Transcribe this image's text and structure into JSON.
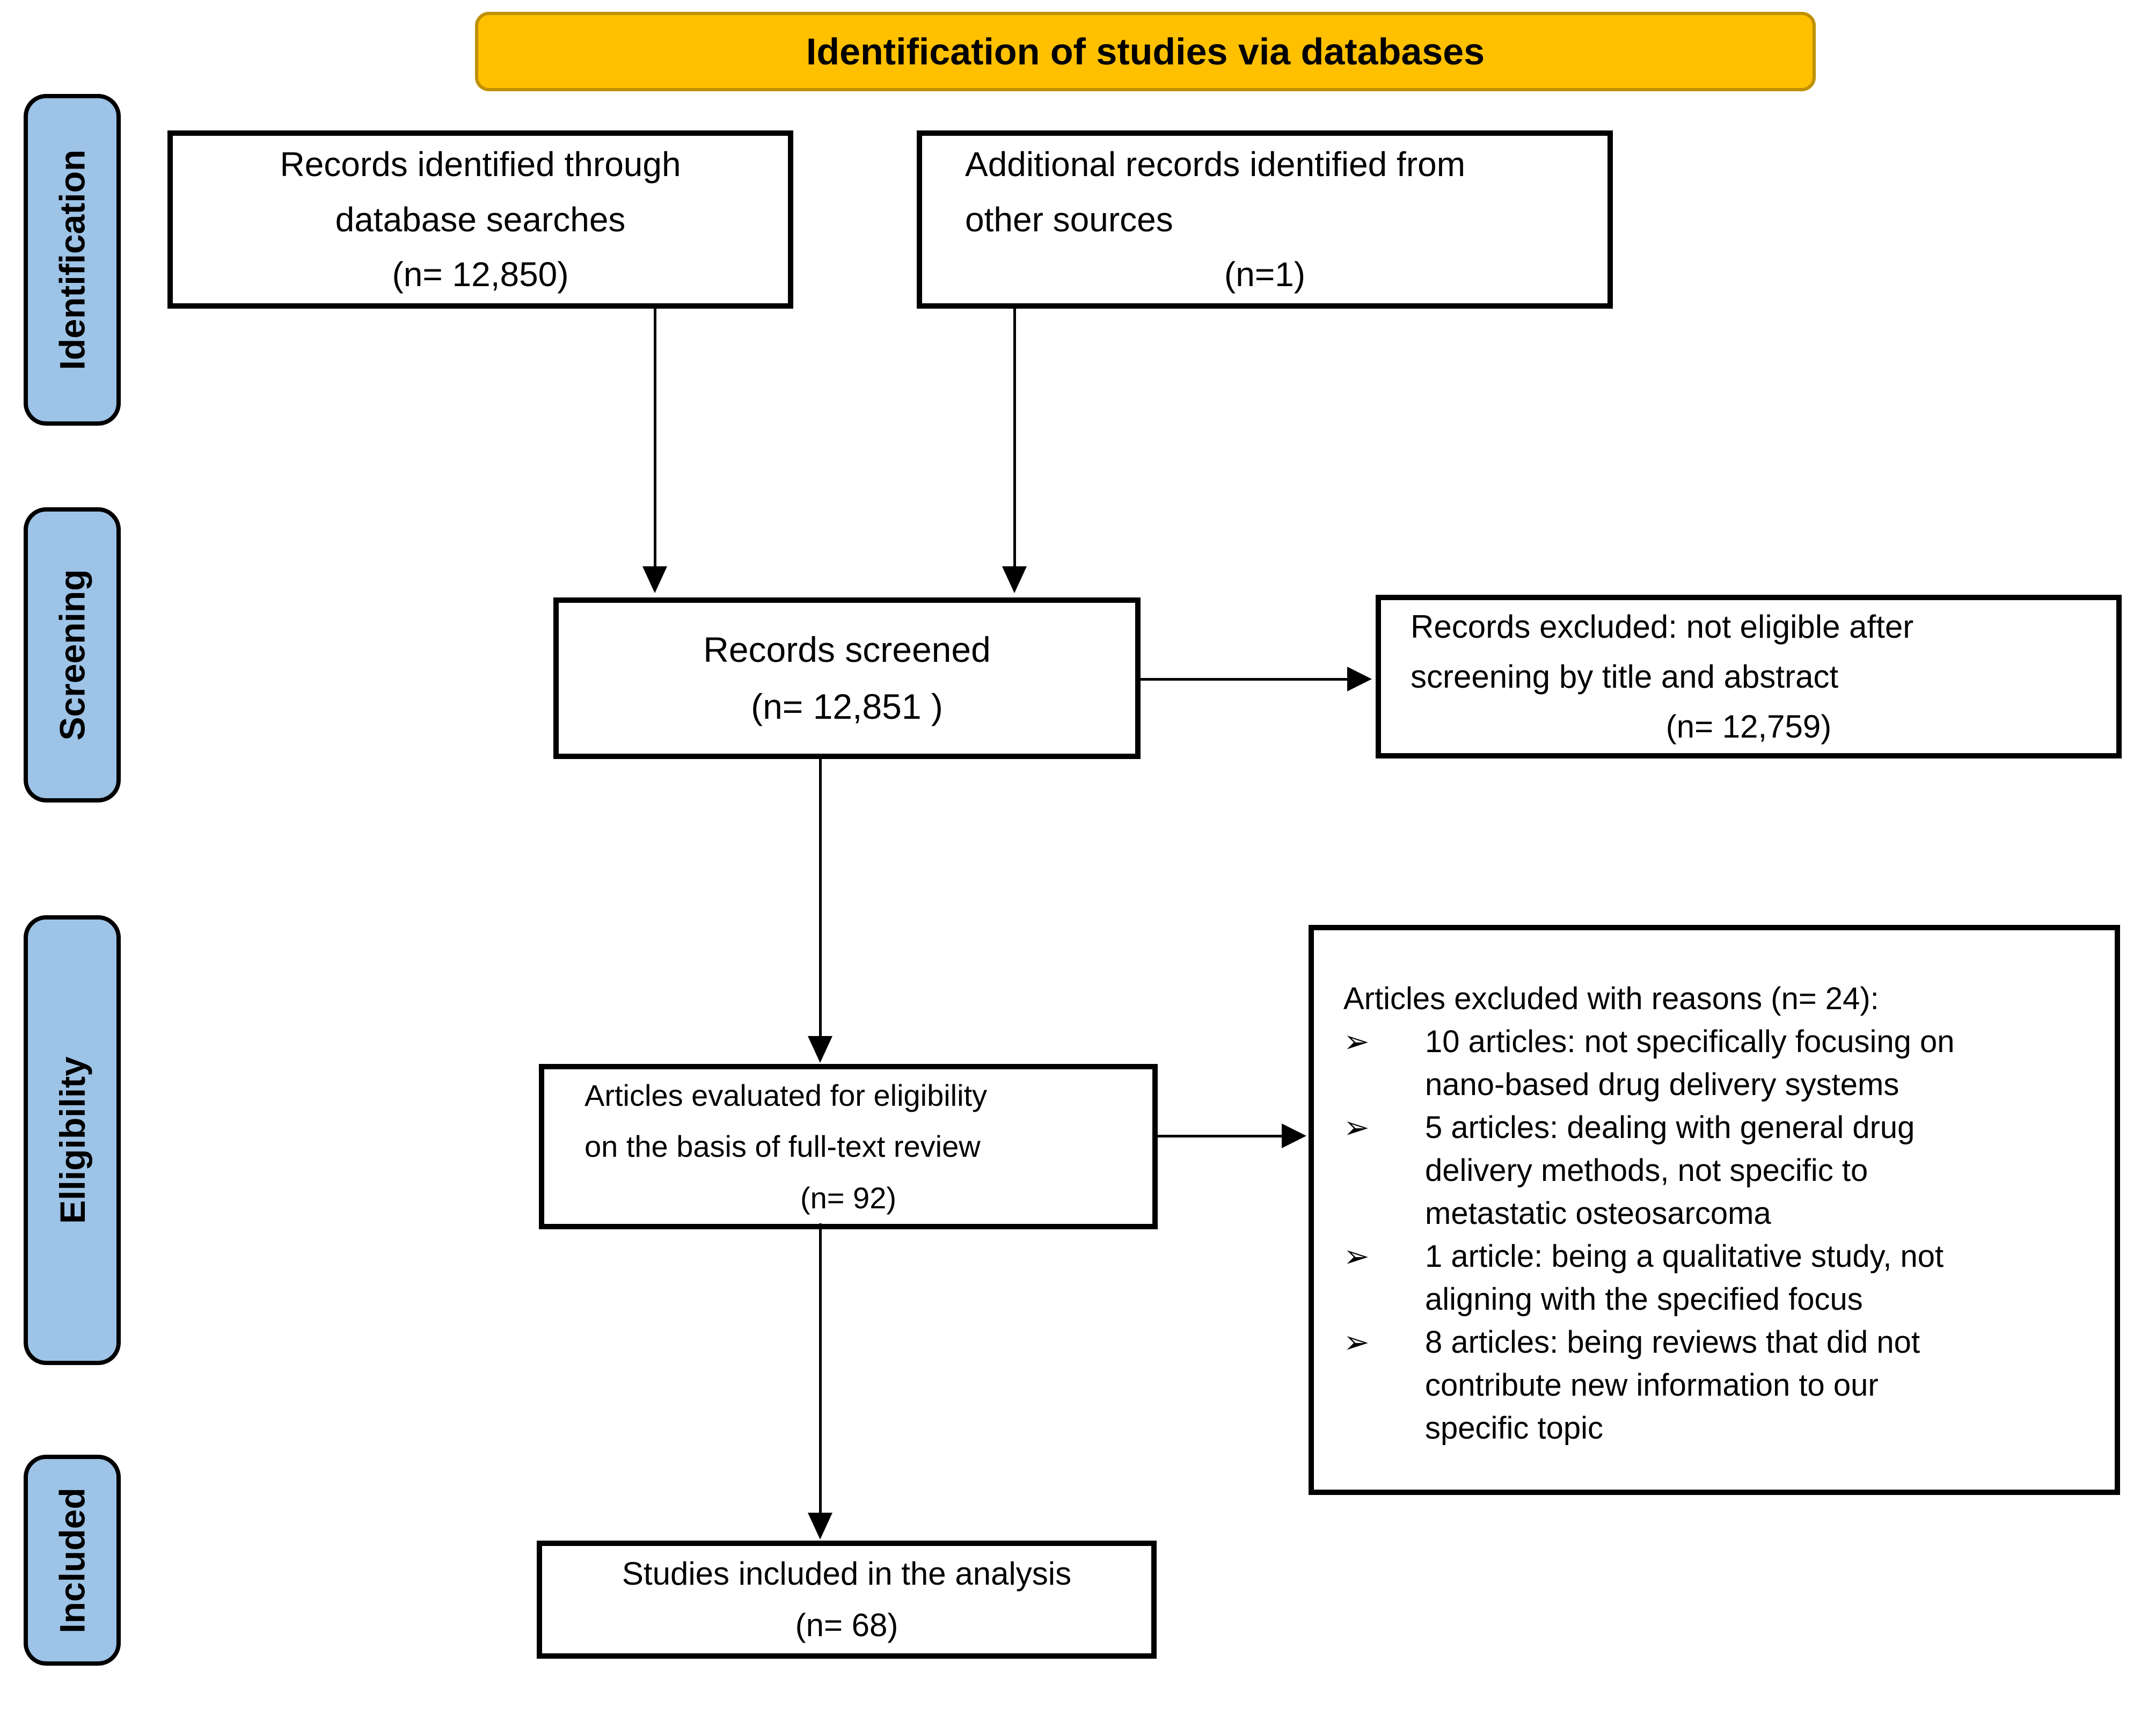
{
  "title": "Identification of studies via databases",
  "stages": [
    {
      "id": "identification",
      "label": "Identification"
    },
    {
      "id": "screening",
      "label": "Screening"
    },
    {
      "id": "eligibility",
      "label": "Elligibility"
    },
    {
      "id": "included",
      "label": "Included"
    }
  ],
  "boxes": {
    "records_identified": {
      "text": "Records identified through\ndatabase searches",
      "n": "(n= 12,850)"
    },
    "additional_records": {
      "text": "Additional records identified from\nother sources",
      "n": "(n=1)"
    },
    "records_screened": {
      "text": "Records screened",
      "n": "(n= 12,851 )"
    },
    "records_excluded_screening": {
      "text": "Records excluded: not eligible after\nscreening by title and abstract",
      "n": "(n= 12,759)"
    },
    "articles_evaluated": {
      "text": "Articles evaluated for eligibility\non the basis of full-text review",
      "n": "(n= 92)"
    },
    "articles_excluded_reasons": {
      "heading": "Articles excluded with reasons (n= 24):",
      "bullet_marker": "➢",
      "bullets": [
        "10 articles: not specifically focusing on\nnano-based drug delivery systems",
        "5 articles: dealing with general drug\ndelivery methods, not specific to\nmetastatic osteosarcoma",
        "1 article: being a qualitative study, not\naligning with the specified focus",
        "8 articles: being reviews that did not\ncontribute new information to our\nspecific topic"
      ]
    },
    "studies_included": {
      "text": "Studies included in the analysis",
      "n": "(n= 68)"
    }
  },
  "colors": {
    "header_fill": "#FFC000",
    "header_border": "#BF9000",
    "stage_fill": "#9DC3E6",
    "stage_border": "#000000",
    "box_border": "#000000",
    "text": "#000000",
    "background": "#FFFFFF"
  }
}
